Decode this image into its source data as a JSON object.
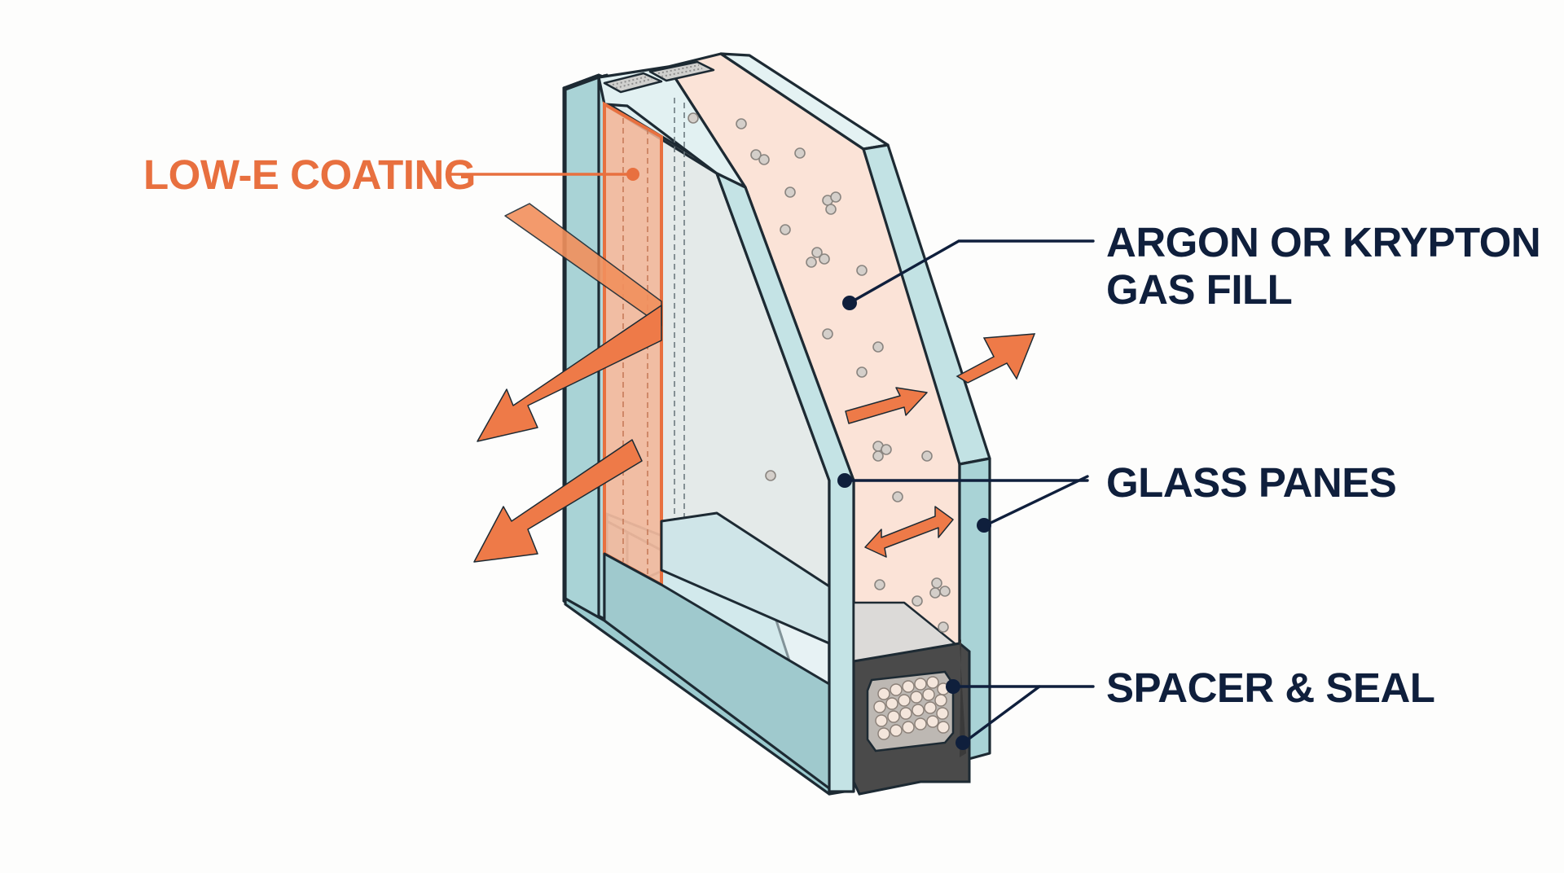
{
  "labels": {
    "low_e": "LOW-E COATING",
    "gas_line1": "ARGON OR KRYPTON",
    "gas_line2": "GAS FILL",
    "glass": "GLASS PANES",
    "spacer": "SPACER & SEAL"
  },
  "colors": {
    "accent_orange": "#e8703f",
    "label_navy": "#0f1f3c",
    "glass_blue": "#bfe0e2",
    "gas_fill": "#fbe4d8",
    "seal_dark": "#4a4a4a"
  }
}
